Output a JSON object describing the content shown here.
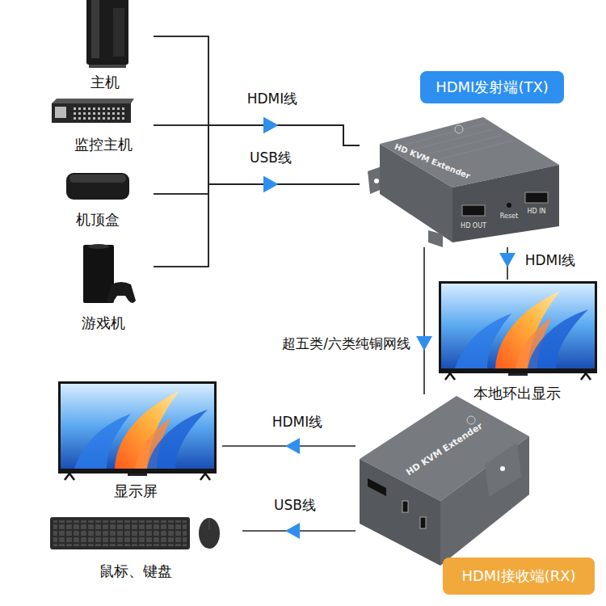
{
  "diagram": {
    "nodes": [
      {
        "text": [
          "主机"
        ]
      },
      {
        "text": [
          "监控主机"
        ]
      },
      {
        "text": [
          "机顶盒"
        ]
      },
      {
        "text": [
          "游戏机"
        ]
      },
      {
        "text": [
          "HDMI发射端(TX)"
        ]
      },
      {
        "text": [
          "HD KVM Extender",
          "HD OUT",
          "Reset",
          "HD IN"
        ]
      },
      {
        "text": [
          "本地环出显示"
        ]
      },
      {
        "text": [
          "HD KVM Extender"
        ]
      },
      {
        "text": [
          "显示屏"
        ]
      },
      {
        "text": [
          "鼠标、键盘"
        ]
      },
      {
        "text": [
          "HDMI接收端(RX)"
        ]
      }
    ],
    "edges": [
      {
        "from": 0,
        "to": 5,
        "arrow": "to",
        "label": "HDMI线"
      },
      {
        "from": 1,
        "to": 5,
        "arrow": "to"
      },
      {
        "from": 2,
        "to": 5,
        "arrow": "to"
      },
      {
        "from": 3,
        "to": 5,
        "arrow": "to"
      },
      {
        "from": 0,
        "to": 5,
        "arrow": "to",
        "label": "USB线"
      },
      {
        "from": 1,
        "to": 5,
        "arrow": "to"
      },
      {
        "from": 2,
        "to": 5,
        "arrow": "to"
      },
      {
        "from": 3,
        "to": 5,
        "arrow": "to"
      },
      {
        "from": 5,
        "to": 6,
        "arrow": "to",
        "label": "HDMI线"
      },
      {
        "from": 5,
        "to": 7,
        "arrow": "to",
        "label": "超五类/六类纯铜网线"
      },
      {
        "from": 7,
        "to": 8,
        "arrow": "to",
        "label": "HDMI线"
      },
      {
        "from": 7,
        "to": 9,
        "arrow": "to",
        "label": "USB线"
      }
    ]
  }
}
